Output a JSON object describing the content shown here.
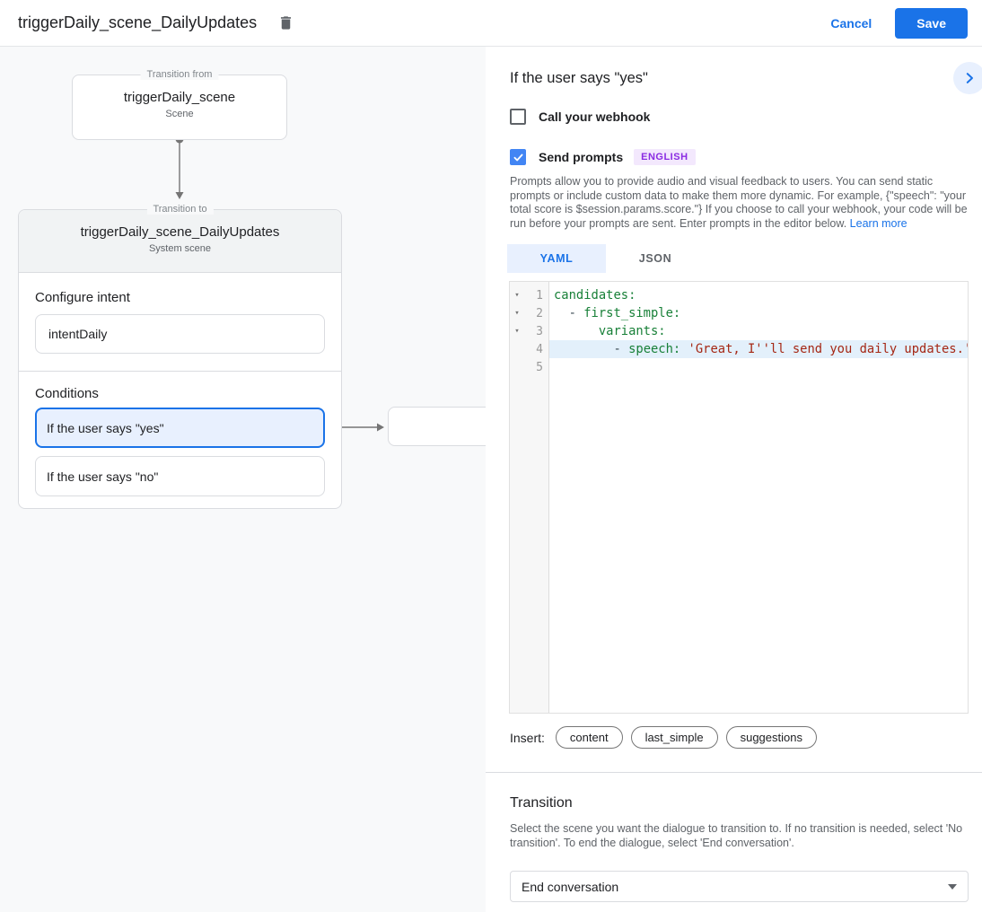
{
  "app_bar": {
    "title": "triggerDaily_scene_DailyUpdates",
    "delete_icon": "trash-icon",
    "cancel_label": "Cancel",
    "save_label": "Save"
  },
  "diagram": {
    "from_node": {
      "legend": "Transition from",
      "title": "triggerDaily_scene",
      "subtitle": "Scene"
    },
    "to_node": {
      "legend": "Transition to",
      "title": "triggerDaily_scene_DailyUpdates",
      "subtitle": "System scene",
      "configure_intent_label": "Configure intent",
      "intent_value": "intentDaily",
      "conditions_label": "Conditions",
      "conditions": [
        {
          "label": "If the user says \"yes\"",
          "selected": true
        },
        {
          "label": "If the user says \"no\"",
          "selected": false
        }
      ]
    }
  },
  "detail_panel": {
    "header": "If the user says \"yes\"",
    "collapse_icon": "chevron-right-icon",
    "webhook": {
      "label": "Call your webhook",
      "checked": false
    },
    "send_prompts": {
      "label": "Send prompts",
      "checked": true,
      "language_badge": "ENGLISH"
    },
    "description": "Prompts allow you to provide audio and visual feedback to users. You can send static prompts or include custom data to make them more dynamic. For example, {\"speech\": \"your total score is $session.params.score.\"} If you choose to call your webhook, your code will be run before your prompts are sent. Enter prompts in the editor below. ",
    "learn_more_label": "Learn more",
    "editor": {
      "tabs": [
        {
          "label": "YAML",
          "active": true
        },
        {
          "label": "JSON",
          "active": false
        }
      ],
      "code_lines": [
        {
          "num": 1,
          "fold": true,
          "highlight": false,
          "tokens": [
            [
              "key",
              "candidates:"
            ]
          ]
        },
        {
          "num": 2,
          "fold": true,
          "highlight": false,
          "tokens": [
            [
              "plain",
              "  - "
            ],
            [
              "key",
              "first_simple:"
            ]
          ]
        },
        {
          "num": 3,
          "fold": true,
          "highlight": false,
          "tokens": [
            [
              "plain",
              "      "
            ],
            [
              "key",
              "variants:"
            ]
          ]
        },
        {
          "num": 4,
          "fold": false,
          "highlight": true,
          "tokens": [
            [
              "plain",
              "        - "
            ],
            [
              "key",
              "speech:"
            ],
            [
              "plain",
              " "
            ],
            [
              "string",
              "'Great, I''ll send you daily updates.'"
            ]
          ]
        },
        {
          "num": 5,
          "fold": false,
          "highlight": false,
          "tokens": []
        }
      ]
    },
    "insert": {
      "label": "Insert:",
      "chips": [
        "content",
        "last_simple",
        "suggestions"
      ]
    },
    "transition": {
      "heading": "Transition",
      "description": "Select the scene you want the dialogue to transition to. If no transition is needed, select 'No transition'. To end the dialogue, select 'End conversation'.",
      "selected_value": "End conversation"
    }
  },
  "colors": {
    "accent_blue": "#1a73e8",
    "checkbox_blue": "#4285f4",
    "selected_condition_bg": "#e8f0fe",
    "panel_bg": "#f8f9fa",
    "node_header_bg": "#f1f3f4",
    "badge_bg": "#f3e8fd",
    "badge_text": "#8a2be2",
    "code_key": "#188038",
    "code_string": "#a52714",
    "line_highlight": "#e3f0fb",
    "connector_grey": "#757575"
  }
}
